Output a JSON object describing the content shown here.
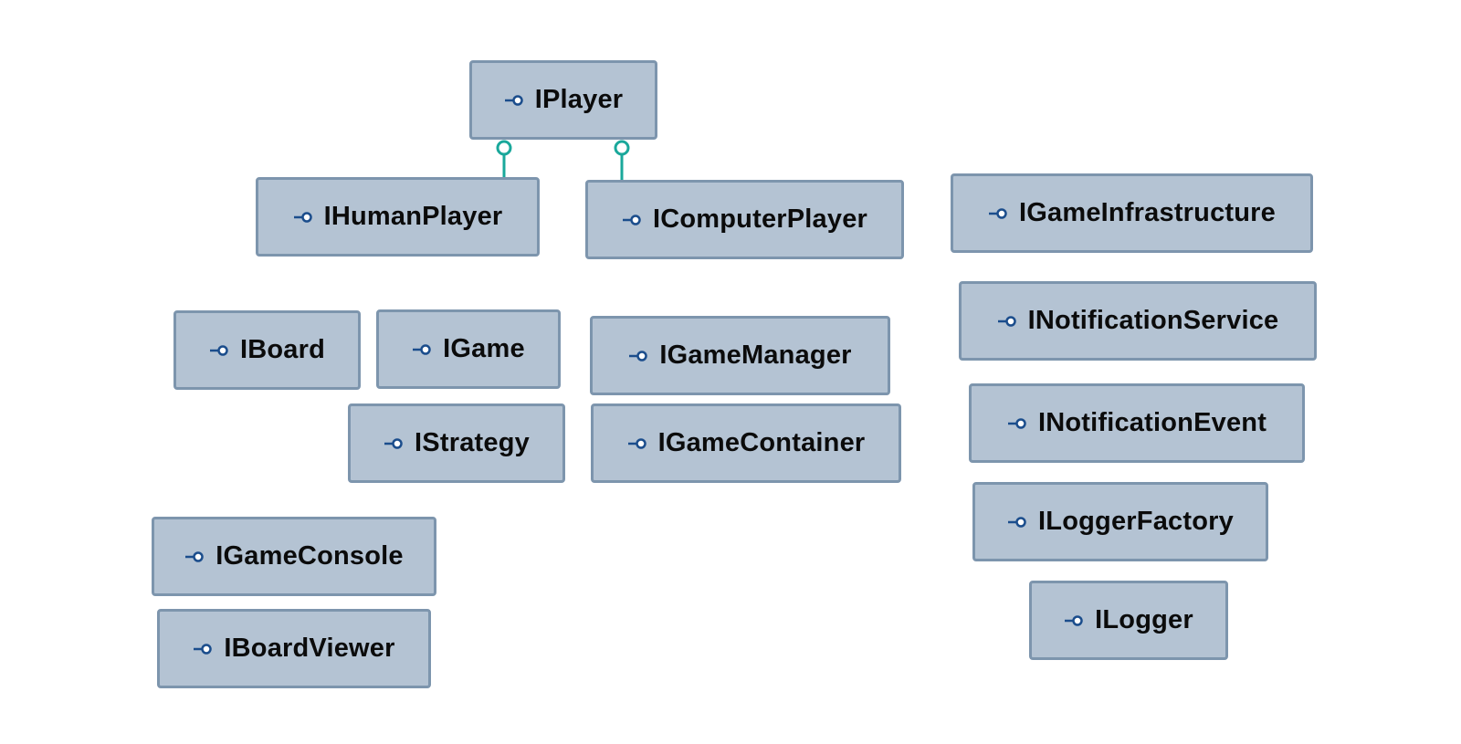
{
  "diagram": {
    "type": "class-diagram",
    "accent_color": "#1aa89b",
    "box_fill": "#b4c3d3",
    "box_border": "#7d95ad",
    "icon_name": "interface-lollipop-icon",
    "icon_color": "#1b4d8c",
    "interfaces": {
      "iplayer": "IPlayer",
      "ihumanplayer": "IHumanPlayer",
      "icomputerplayer": "IComputerPlayer",
      "igameinfrastructure": "IGameInfrastructure",
      "iboard": "IBoard",
      "igame": "IGame",
      "igamemanager": "IGameManager",
      "inotificationservice": "INotificationService",
      "istrategy": "IStrategy",
      "igamecontainer": "IGameContainer",
      "inotificationevent": "INotificationEvent",
      "iloggerfactory": "ILoggerFactory",
      "igameconsole": "IGameConsole",
      "iboardviewer": "IBoardViewer",
      "ilogger": "ILogger"
    },
    "relations": [
      {
        "from": "IHumanPlayer",
        "to": "IPlayer",
        "kind": "implements-interface"
      },
      {
        "from": "IComputerPlayer",
        "to": "IPlayer",
        "kind": "implements-interface"
      }
    ]
  }
}
